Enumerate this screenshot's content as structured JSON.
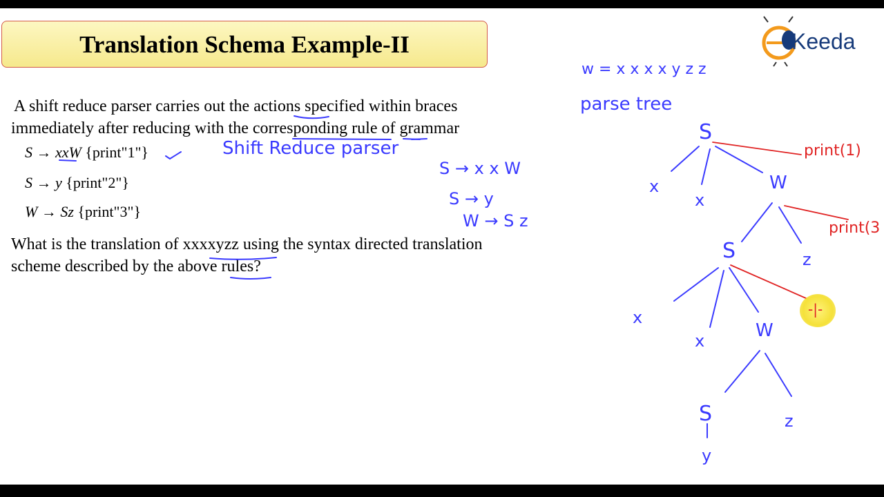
{
  "title": "Translation Schema Example-II",
  "logo": {
    "text": "Keeda"
  },
  "intro": {
    "line1": "A shift reduce parser carries out the actions specified within braces",
    "line2": "immediately after reducing with the corresponding rule of grammar"
  },
  "rules": [
    {
      "lhs": "S",
      "arrow": "→",
      "rhs": "xxW",
      "action": "{print\"1\"}"
    },
    {
      "lhs": "S",
      "arrow": "→",
      "rhs": "y",
      "action": "{print\"2\"}"
    },
    {
      "lhs": "W",
      "arrow": "→",
      "rhs": "Sz",
      "action": "{print\"3\"}"
    }
  ],
  "question": {
    "line1": "What is the translation of xxxxyzz using the syntax directed translation",
    "line2": "scheme described by the above rules?"
  },
  "annotations": {
    "shift_reduce": "Shift Reduce parser",
    "grammar": [
      "S → x x W",
      "S → y",
      "W → S z"
    ],
    "w_string": "w = x x x x y z z",
    "parse_tree_label": "parse tree",
    "print1": "print(1)",
    "print3": "print(3",
    "cursor_mark": "-|-"
  },
  "tree": {
    "root": "S",
    "level1": [
      "x",
      "x",
      "W"
    ],
    "level2": [
      "S",
      "z"
    ],
    "level3": [
      "x",
      "x",
      "W"
    ],
    "level4": [
      "S",
      "z"
    ],
    "level5": [
      "y"
    ]
  },
  "colors": {
    "ink_blue": "#3a3aff",
    "ink_red": "#e02222",
    "title_bg": "#f6e98c",
    "title_border": "#d35a4a"
  }
}
